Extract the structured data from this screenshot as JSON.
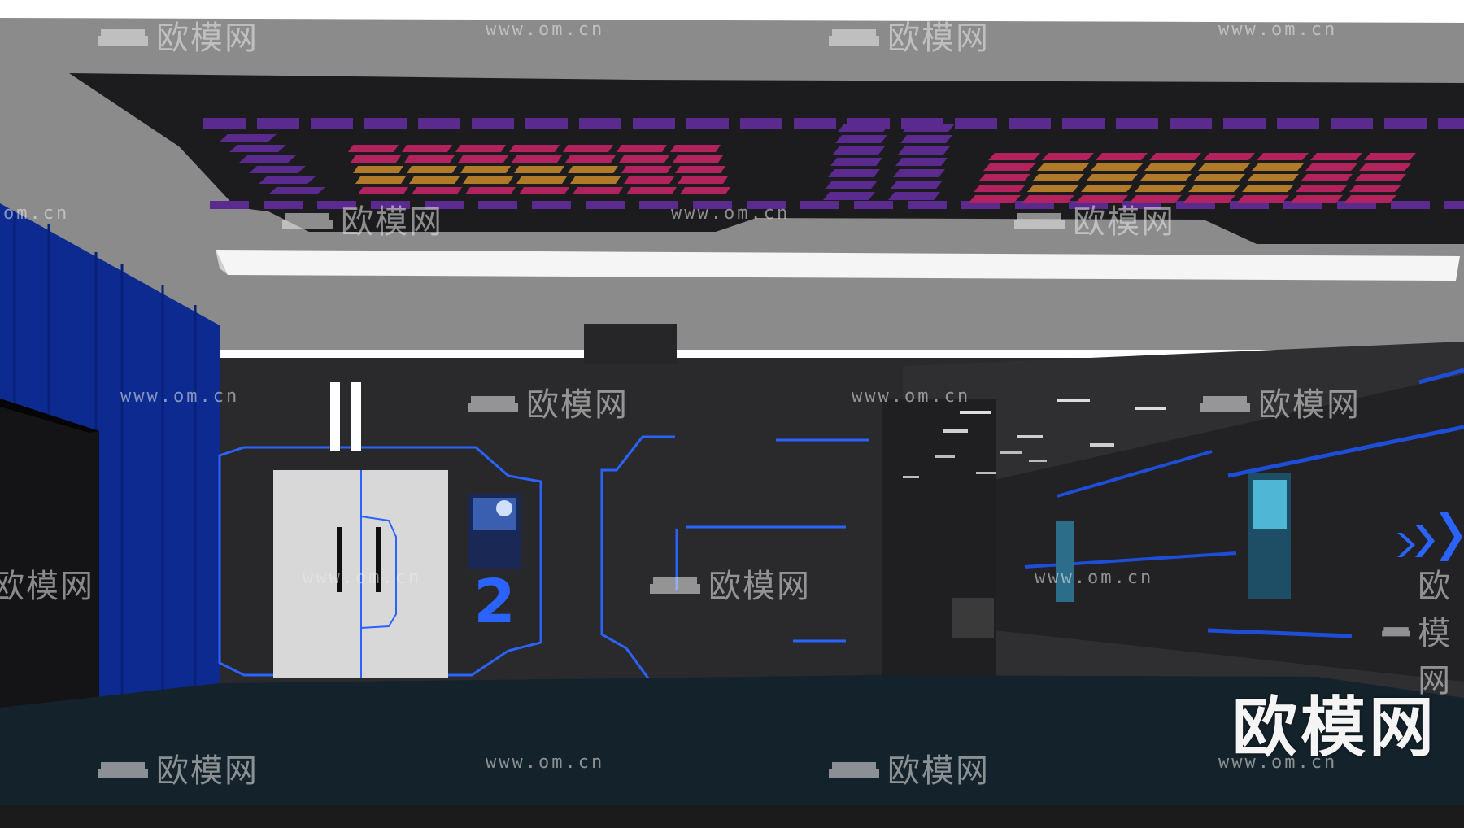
{
  "scene": {
    "description_kind": "3D rendered cinema lobby interior",
    "door_number": "2",
    "colors": {
      "ceiling": "#8c8c8c",
      "wall": "#2b2b2d",
      "floor": "#16242c",
      "accent_blue": "#1f5bff",
      "curtain_blue": "#0c2a8c",
      "light_purple": "#5b2a8f",
      "light_magenta": "#b2235d",
      "light_gold": "#b07a2a"
    }
  },
  "watermark": {
    "logo_text": "欧模网",
    "url_text": "www.om.cn",
    "url_text_partial": "om.cn",
    "big_text": "欧模网"
  }
}
